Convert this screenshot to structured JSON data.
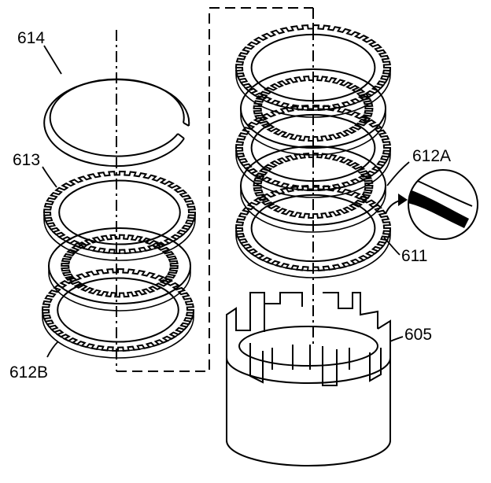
{
  "diagram": {
    "labels": {
      "snap_ring": "614",
      "upper_steel_plate": "613",
      "lower_fiber_plate": "612B",
      "fiber_plate_detail": "612A",
      "reaction_plate": "611",
      "clutch_housing": "605"
    },
    "colors": {
      "line": "#000000",
      "background": "#ffffff"
    }
  }
}
